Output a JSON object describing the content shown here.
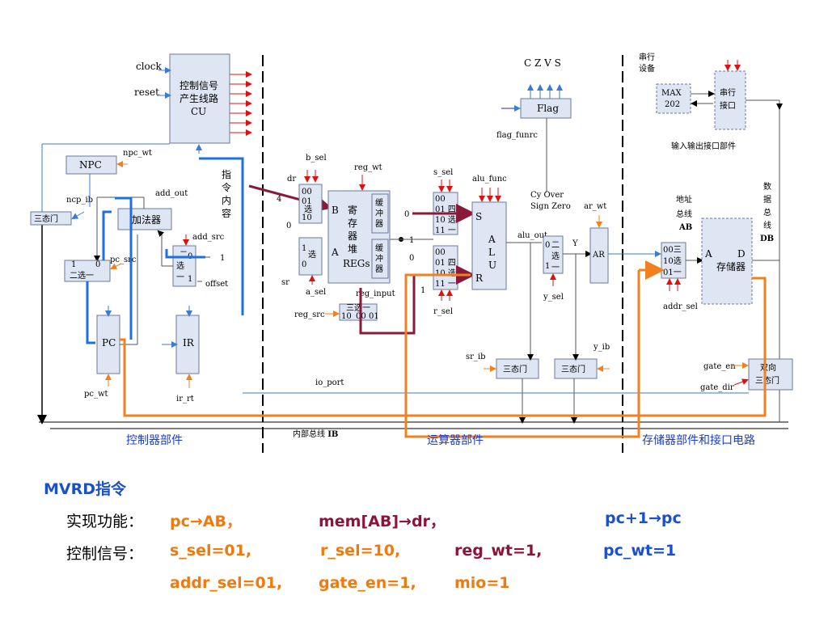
{
  "diagram": {
    "cu": {
      "line1": "控制信号",
      "line2": "产生线路",
      "line3": "CU"
    },
    "clock": "clock",
    "reset": "reset",
    "npc": "NPC",
    "npc_wt": "npc_wt",
    "ncp_ib": "ncp_ib",
    "tri_left": "三态门",
    "adder": "加法器",
    "add_out": "add_out",
    "add_src": "add_src",
    "offset": "offset",
    "one": "1",
    "two_sel_top": "二",
    "two_sel_mid": "选",
    "two_sel_bot": "一",
    "mux_pc": "二选一",
    "pc_src": "pc_src",
    "pc": "PC",
    "pc_wt": "pc_wt",
    "ir": "IR",
    "ir_rt": "ir_rt",
    "instr_content": [
      "指",
      "令",
      "内",
      "容"
    ],
    "b_sel": "b_sel",
    "dr": "dr",
    "four": "4",
    "zero": "0",
    "sr": "sr",
    "a_sel": "a_sel",
    "reg_wt": "reg_wt",
    "regs": {
      "l1": "寄",
      "l2": "存",
      "l3": "器",
      "l4": "堆",
      "l5": "REGs"
    },
    "buffer": [
      "缓",
      "冲",
      "器"
    ],
    "reg_input": "reg_input",
    "reg_src": "reg_src",
    "three_sel": "三选一",
    "mux3_vals": [
      "10",
      "00",
      "01"
    ],
    "s_sel": "s_sel",
    "r_sel": "r_sel",
    "four_sel": {
      "r1": "00",
      "r2": "01 四",
      "r3": "10 选",
      "r4": "11 一"
    },
    "alu_func": "alu_func",
    "alu": {
      "s": "S",
      "a": "A",
      "l": "L",
      "u": "U",
      "r": "R"
    },
    "alu_out": "alu_out",
    "y": "Y",
    "y_sel": "y_sel",
    "y_ib": "y_ib",
    "ar": "AR",
    "ar_wt": "ar_wt",
    "flag": "Flag",
    "czvs": "C Z V S",
    "flag_funrc": "flag_funrc",
    "cy_over": "Cy   Over",
    "sign_zero": "Sign Zero",
    "sr_ib": "sr_ib",
    "tri_mid1": "三态门",
    "tri_mid2": "三态门",
    "io_port": "io_port",
    "internal_bus": "内部总线",
    "ib": "IB",
    "serial_device": [
      "串行",
      "设备"
    ],
    "max202": [
      "MAX",
      "202"
    ],
    "serial_port": [
      "串行",
      "接口"
    ],
    "io_part": "输入输出接口部件",
    "data_bus": [
      "数",
      "据",
      "总",
      "线"
    ],
    "db": "DB",
    "addr_bus": [
      "地址",
      "总线"
    ],
    "ab": "AB",
    "mux_mem": {
      "r1": "00三",
      "r2": "10选",
      "r3": "01一"
    },
    "addr_sel": "addr_sel",
    "memory": {
      "a": "A",
      "d": "D",
      "name": "存储器"
    },
    "gate_en": "gate_en",
    "gate_dir": "gate_dir",
    "bidir": [
      "双向",
      "三态门"
    ],
    "section_ctrl": "控制器部件",
    "section_alu": "运算器部件",
    "section_mem": "存储器部件和接口电路"
  },
  "slide": {
    "title": "MVRD指令",
    "func_label": "实现功能：",
    "func_1": "pc→AB，",
    "func_2": "mem[AB]→dr，",
    "func_3": "pc+1→pc",
    "sig_label": "控制信号：",
    "sig_1": "s_sel=01,",
    "sig_2": "r_sel=10,",
    "sig_3": "reg_wt=1,",
    "sig_4": "pc_wt=1",
    "sig_5": "addr_sel=01,",
    "sig_6": "gate_en=1,",
    "sig_7": "mio=1"
  },
  "colors": {
    "orange": "#f07a10",
    "maroon": "#8a1538",
    "blue": "#1a50d0",
    "box": "#dfe6f3"
  }
}
